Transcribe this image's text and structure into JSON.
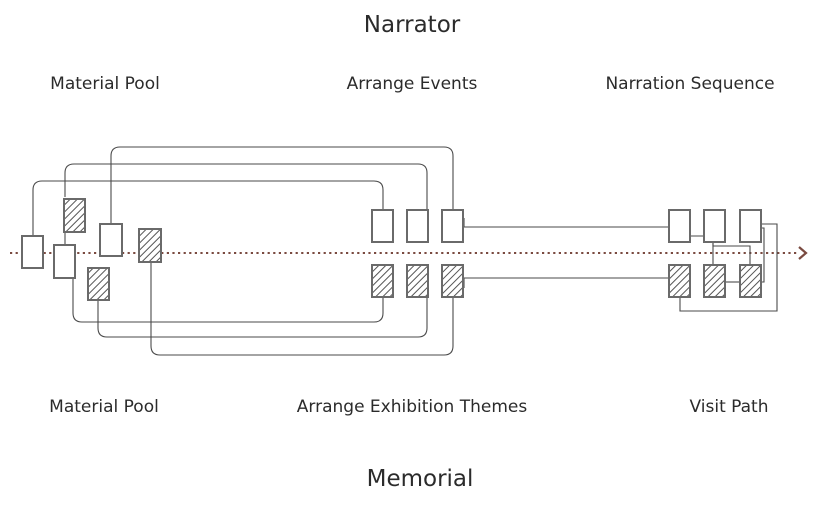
{
  "labels": {
    "top_title": "Narrator",
    "bottom_title": "Memorial",
    "top_left": "Material Pool",
    "top_center": "Arrange Events",
    "top_right": "Narration Sequence",
    "bottom_left": "Material Pool",
    "bottom_center": "Arrange Exhibition Themes",
    "bottom_right": "Visit Path"
  },
  "colors": {
    "line": "#4a4a4a",
    "box_stroke": "#6a6a6a",
    "hatch": "#555555",
    "timeline": "#7a4a40"
  }
}
